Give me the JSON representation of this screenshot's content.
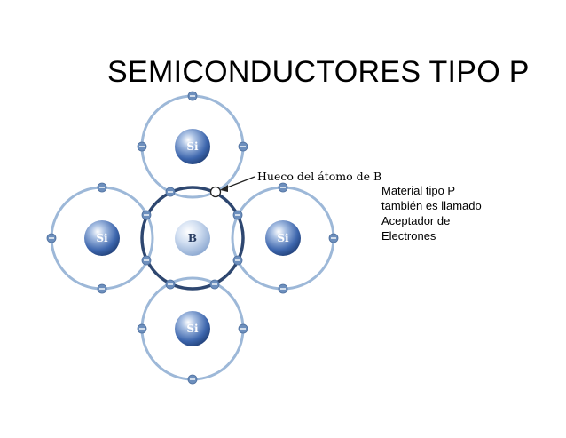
{
  "slide": {
    "title": "SEMICONDUCTORES TIPO P",
    "note_lines": [
      "Material tipo P",
      "también es llamado",
      "Aceptador de",
      "Electrones"
    ]
  },
  "diagram": {
    "atoms": {
      "top": "Si",
      "left": "Si",
      "center": "B",
      "right": "Si",
      "bottom": "Si"
    },
    "hole_label": "Hueco del átomo de B",
    "electron_symbol": "−",
    "colors": {
      "orbit_outer": "#9db8d8",
      "orbit_center": "#2e4770",
      "electron_fill": "#6d8fbd",
      "nucleus_si_core": "#3d66ad",
      "nucleus_b_core": "#9fb7d8",
      "atom_label": "#ffffff"
    }
  }
}
